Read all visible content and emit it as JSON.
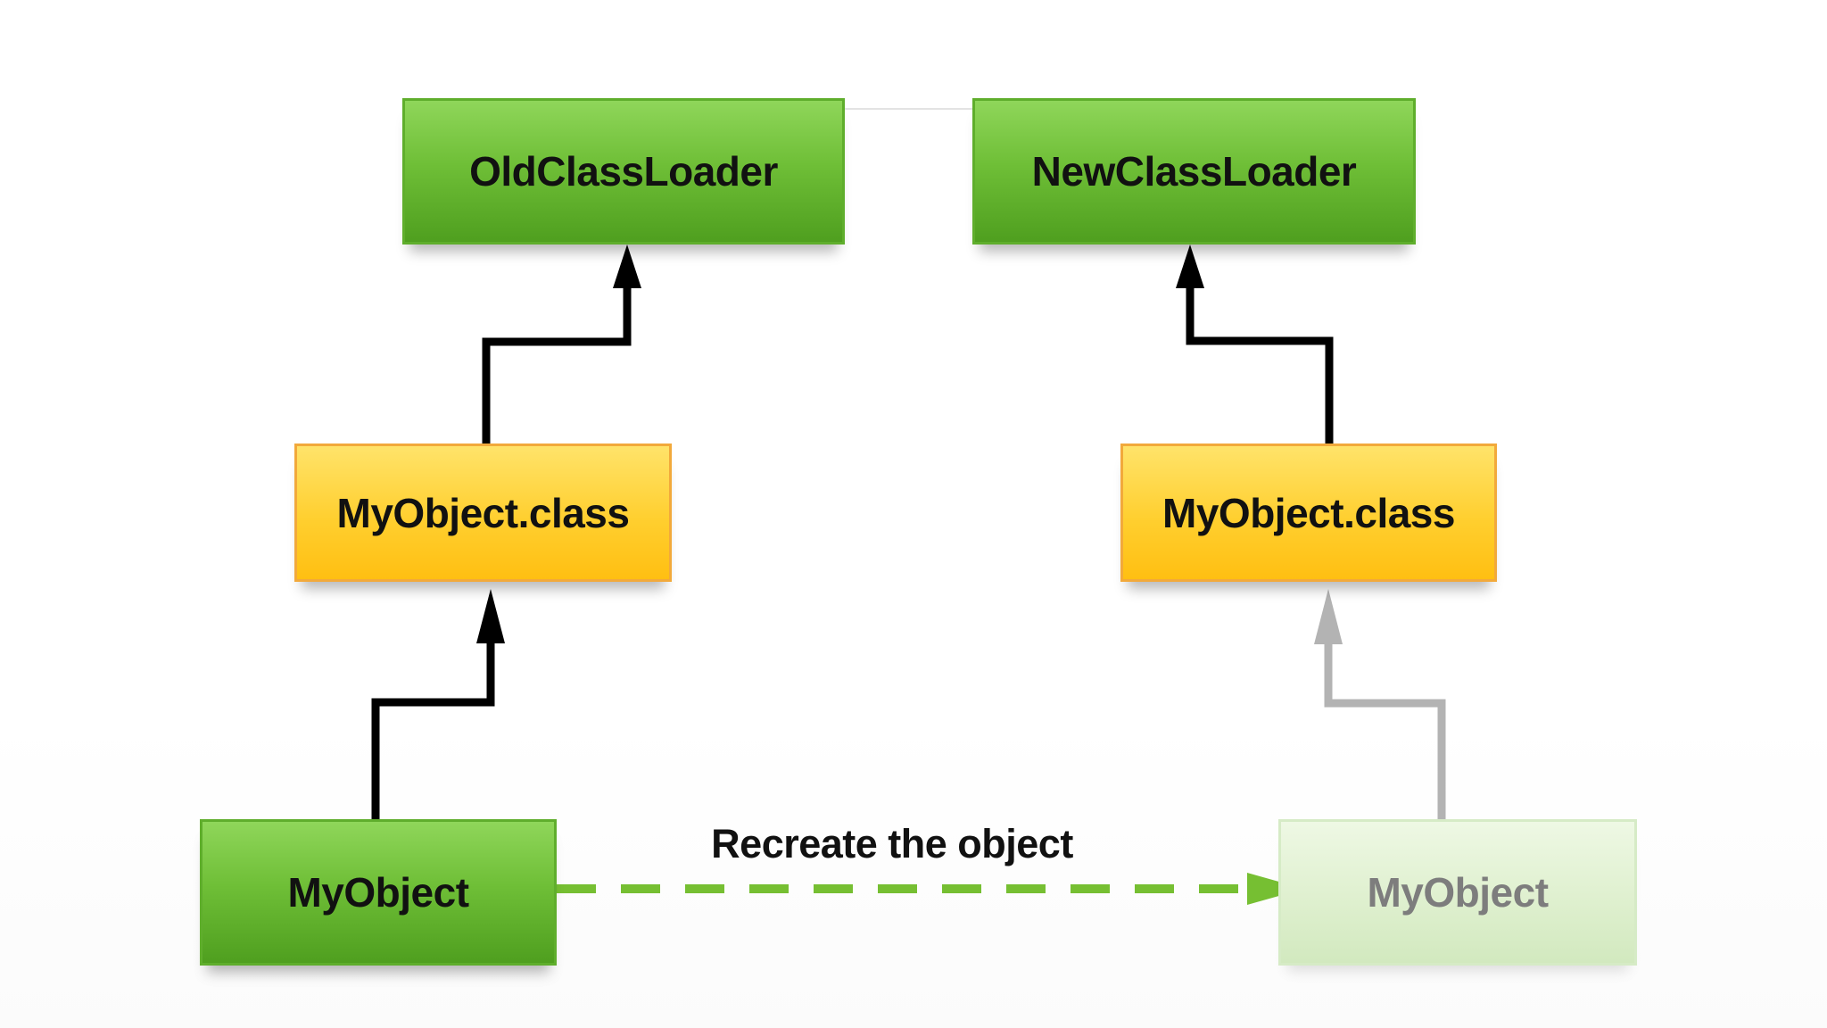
{
  "diagram": {
    "nodes": {
      "old_loader": "OldClassLoader",
      "new_loader": "NewClassLoader",
      "left_class": "MyObject.class",
      "right_class": "MyObject.class",
      "left_object": "MyObject",
      "right_object": "MyObject"
    },
    "edges": [
      {
        "from": "left_object",
        "to": "left_class",
        "style": "solid",
        "color": "#000000"
      },
      {
        "from": "left_class",
        "to": "old_loader",
        "style": "solid",
        "color": "#000000"
      },
      {
        "from": "right_class",
        "to": "new_loader",
        "style": "solid",
        "color": "#000000"
      },
      {
        "from": "right_object",
        "to": "right_class",
        "style": "solid",
        "color": "#b3b3b3"
      },
      {
        "from": "left_object",
        "to": "right_object",
        "style": "dashed",
        "color": "#76bf32",
        "label": "Recreate the object"
      }
    ]
  },
  "colors": {
    "green_box": "#6fbf37",
    "yellow_box": "#ffcf2f",
    "ghost_box": "#dff0cf",
    "ghost_text": "#7d7d7d",
    "dashed_arrow": "#76bf32",
    "faded_arrow": "#b3b3b3"
  }
}
